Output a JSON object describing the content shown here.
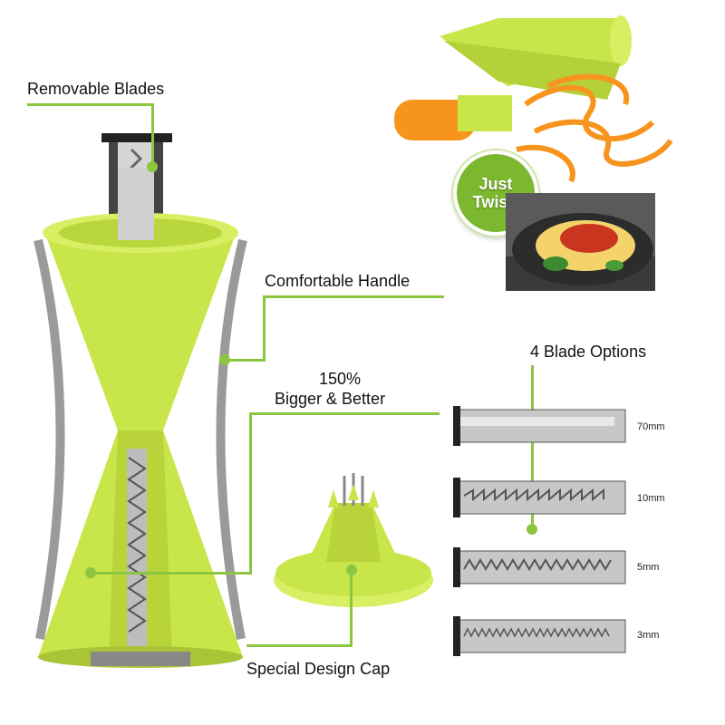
{
  "labels": {
    "removable_blades": "Removable Blades",
    "comfortable_handle": "Comfortable Handle",
    "bigger_line1": "150%",
    "bigger_line2": "Bigger & Better",
    "blade_options": "4 Blade Options",
    "special_cap": "Special Design Cap"
  },
  "badge": {
    "line1": "Just",
    "line2": "Twist!"
  },
  "blades": [
    {
      "size": "70mm"
    },
    {
      "size": "10mm"
    },
    {
      "size": "5mm"
    },
    {
      "size": "3mm"
    }
  ],
  "colors": {
    "accent": "#8cc63f",
    "body": "#c8e64a",
    "carrot": "#f7941d"
  }
}
